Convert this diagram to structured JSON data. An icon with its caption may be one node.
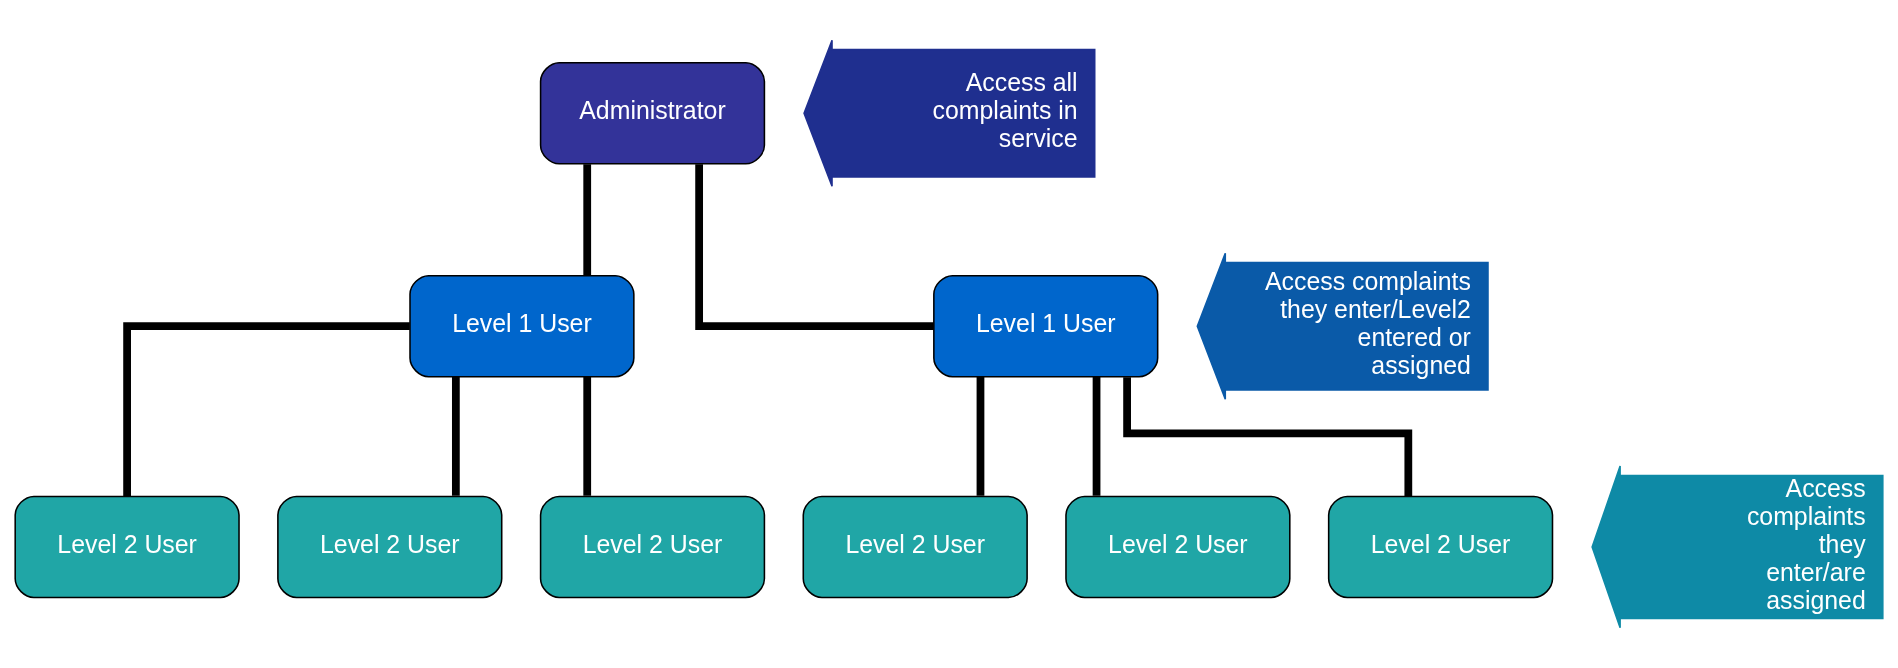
{
  "diagram": {
    "nodes": [
      {
        "text": [
          "Administrator"
        ]
      },
      {
        "text": [
          "Level 1 User"
        ]
      },
      {
        "text": [
          "Level 1 User"
        ]
      },
      {
        "text": [
          "Level 2 User"
        ]
      },
      {
        "text": [
          "Level 2 User"
        ]
      },
      {
        "text": [
          "Level 2 User"
        ]
      },
      {
        "text": [
          "Level 2 User"
        ]
      },
      {
        "text": [
          "Level 2 User"
        ]
      },
      {
        "text": [
          "Level 2 User"
        ]
      },
      {
        "text": [
          "Access all complaints in service"
        ]
      },
      {
        "text": [
          "Access complaints they enter/Level2 entered or assigned"
        ]
      },
      {
        "text": [
          "Access complaints they enter/are assigned"
        ]
      }
    ],
    "edges": [
      {
        "from": 0,
        "to": 1,
        "arrow": "none"
      },
      {
        "from": 0,
        "to": 2,
        "arrow": "none"
      },
      {
        "from": 1,
        "to": 3,
        "arrow": "none"
      },
      {
        "from": 1,
        "to": 4,
        "arrow": "none"
      },
      {
        "from": 1,
        "to": 5,
        "arrow": "none"
      },
      {
        "from": 2,
        "to": 6,
        "arrow": "none"
      },
      {
        "from": 2,
        "to": 7,
        "arrow": "none"
      },
      {
        "from": 2,
        "to": 8,
        "arrow": "none"
      }
    ]
  }
}
